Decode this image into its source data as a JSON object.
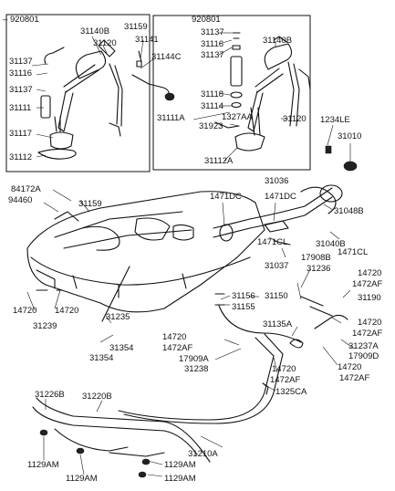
{
  "inset_left": {
    "date": "920801",
    "labels": [
      "31140B",
      "31159",
      "31120",
      "31141",
      "31144C",
      "31137",
      "31116",
      "31137",
      "31111",
      "31117",
      "31112"
    ]
  },
  "inset_right": {
    "date": "920801",
    "labels": [
      "31137",
      "31116",
      "31137",
      "31140B",
      "31118",
      "31114",
      "1327AA",
      "31111A",
      "31923",
      "31120",
      "31112A"
    ]
  },
  "labels": {
    "l1234LE": "1234LE",
    "l31010": "31010",
    "l31036": "31036",
    "l1471DC_a": "1471DC",
    "l1471DC_b": "1471DC",
    "l84172A": "84172A",
    "l94460": "94460",
    "l31159": "31159",
    "l31048B": "31048B",
    "l31040B": "31040B",
    "l1471CL_a": "1471CL",
    "l1471CL_b": "1471CL",
    "l17908B": "17908B",
    "l31037": "31037",
    "l31236": "31236",
    "l14720_a": "14720",
    "l14720_b": "14720",
    "l31239": "31239",
    "l14720_c": "14720",
    "l1472AF_a": "1472AF",
    "l31190": "31190",
    "l31156": "31156",
    "l31155": "31155",
    "l31150": "31150",
    "l31235": "31235",
    "l31354_a": "31354",
    "l31354_b": "31354",
    "l14720_d": "14720",
    "l1472AF_b": "1472AF",
    "l31135A": "31135A",
    "l14720_e": "14720",
    "l1472AF_c": "1472AF",
    "l31237A": "31237A",
    "l17909D": "17909D",
    "l17909A": "17909A",
    "l31238": "31238",
    "l14720_f": "14720",
    "l1472AF_d": "1472AF",
    "l14720_g": "14720",
    "l1472AF_e": "1472AF",
    "l1325CA": "1325CA",
    "l31226B": "31226B",
    "l31220B": "31220B",
    "l31210A": "31210A",
    "l1129AM_a": "1129AM",
    "l1129AM_b": "1129AM",
    "l1129AM_c": "1129AM",
    "l1129AM_d": "1129AM"
  }
}
